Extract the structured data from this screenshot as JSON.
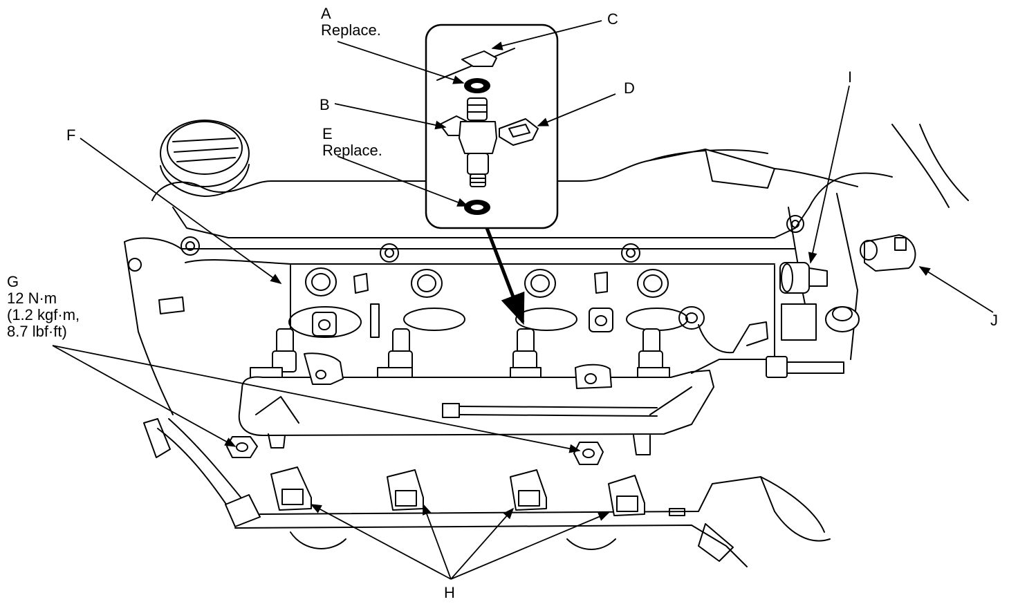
{
  "callouts": {
    "A": {
      "letter": "A",
      "note": "Replace."
    },
    "B": {
      "letter": "B"
    },
    "C": {
      "letter": "C"
    },
    "D": {
      "letter": "D"
    },
    "E": {
      "letter": "E",
      "note": "Replace."
    },
    "F": {
      "letter": "F"
    },
    "G": {
      "letter": "G",
      "torque": "12 N·m",
      "metric": "(1.2 kgf·m,",
      "imperial": "8.7 lbf·ft)"
    },
    "H": {
      "letter": "H"
    },
    "I": {
      "letter": "I"
    },
    "J": {
      "letter": "J"
    }
  }
}
